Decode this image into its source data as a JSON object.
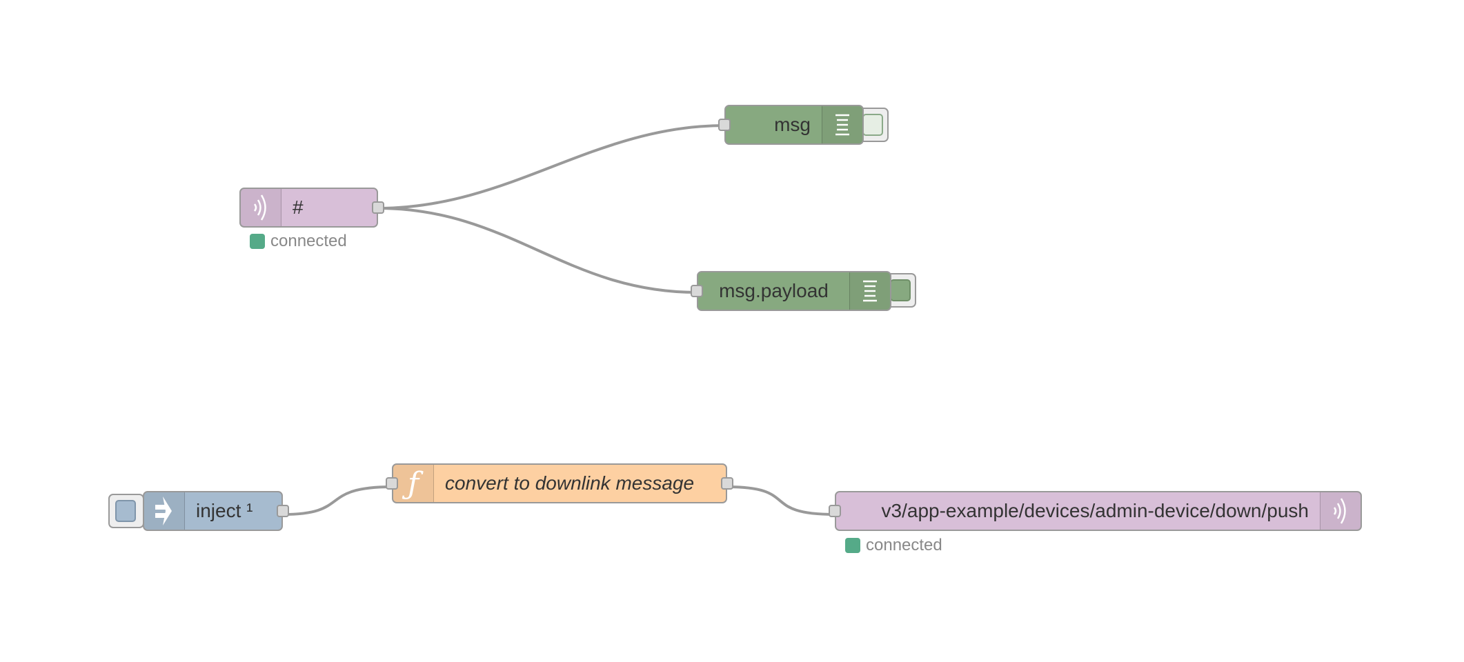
{
  "nodes": {
    "mqtt_in": {
      "label": "#",
      "status": "connected",
      "color": "#d8bfd8"
    },
    "debug_msg": {
      "label": "msg",
      "color": "#87a980"
    },
    "debug_payload": {
      "label": "msg.payload",
      "color": "#87a980"
    },
    "inject": {
      "label": "inject ¹",
      "color": "#a6bbcf"
    },
    "function": {
      "label": "convert to downlink message",
      "color": "#fdd0a2",
      "icon_glyph": "ƒ"
    },
    "mqtt_out": {
      "label": "v3/app-example/devices/admin-device/down/push",
      "status": "connected",
      "color": "#d8bfd8"
    }
  },
  "status_color": "#55aa88",
  "icons": [
    "mqtt-icon",
    "debug-icon",
    "inject-icon",
    "function-icon"
  ]
}
